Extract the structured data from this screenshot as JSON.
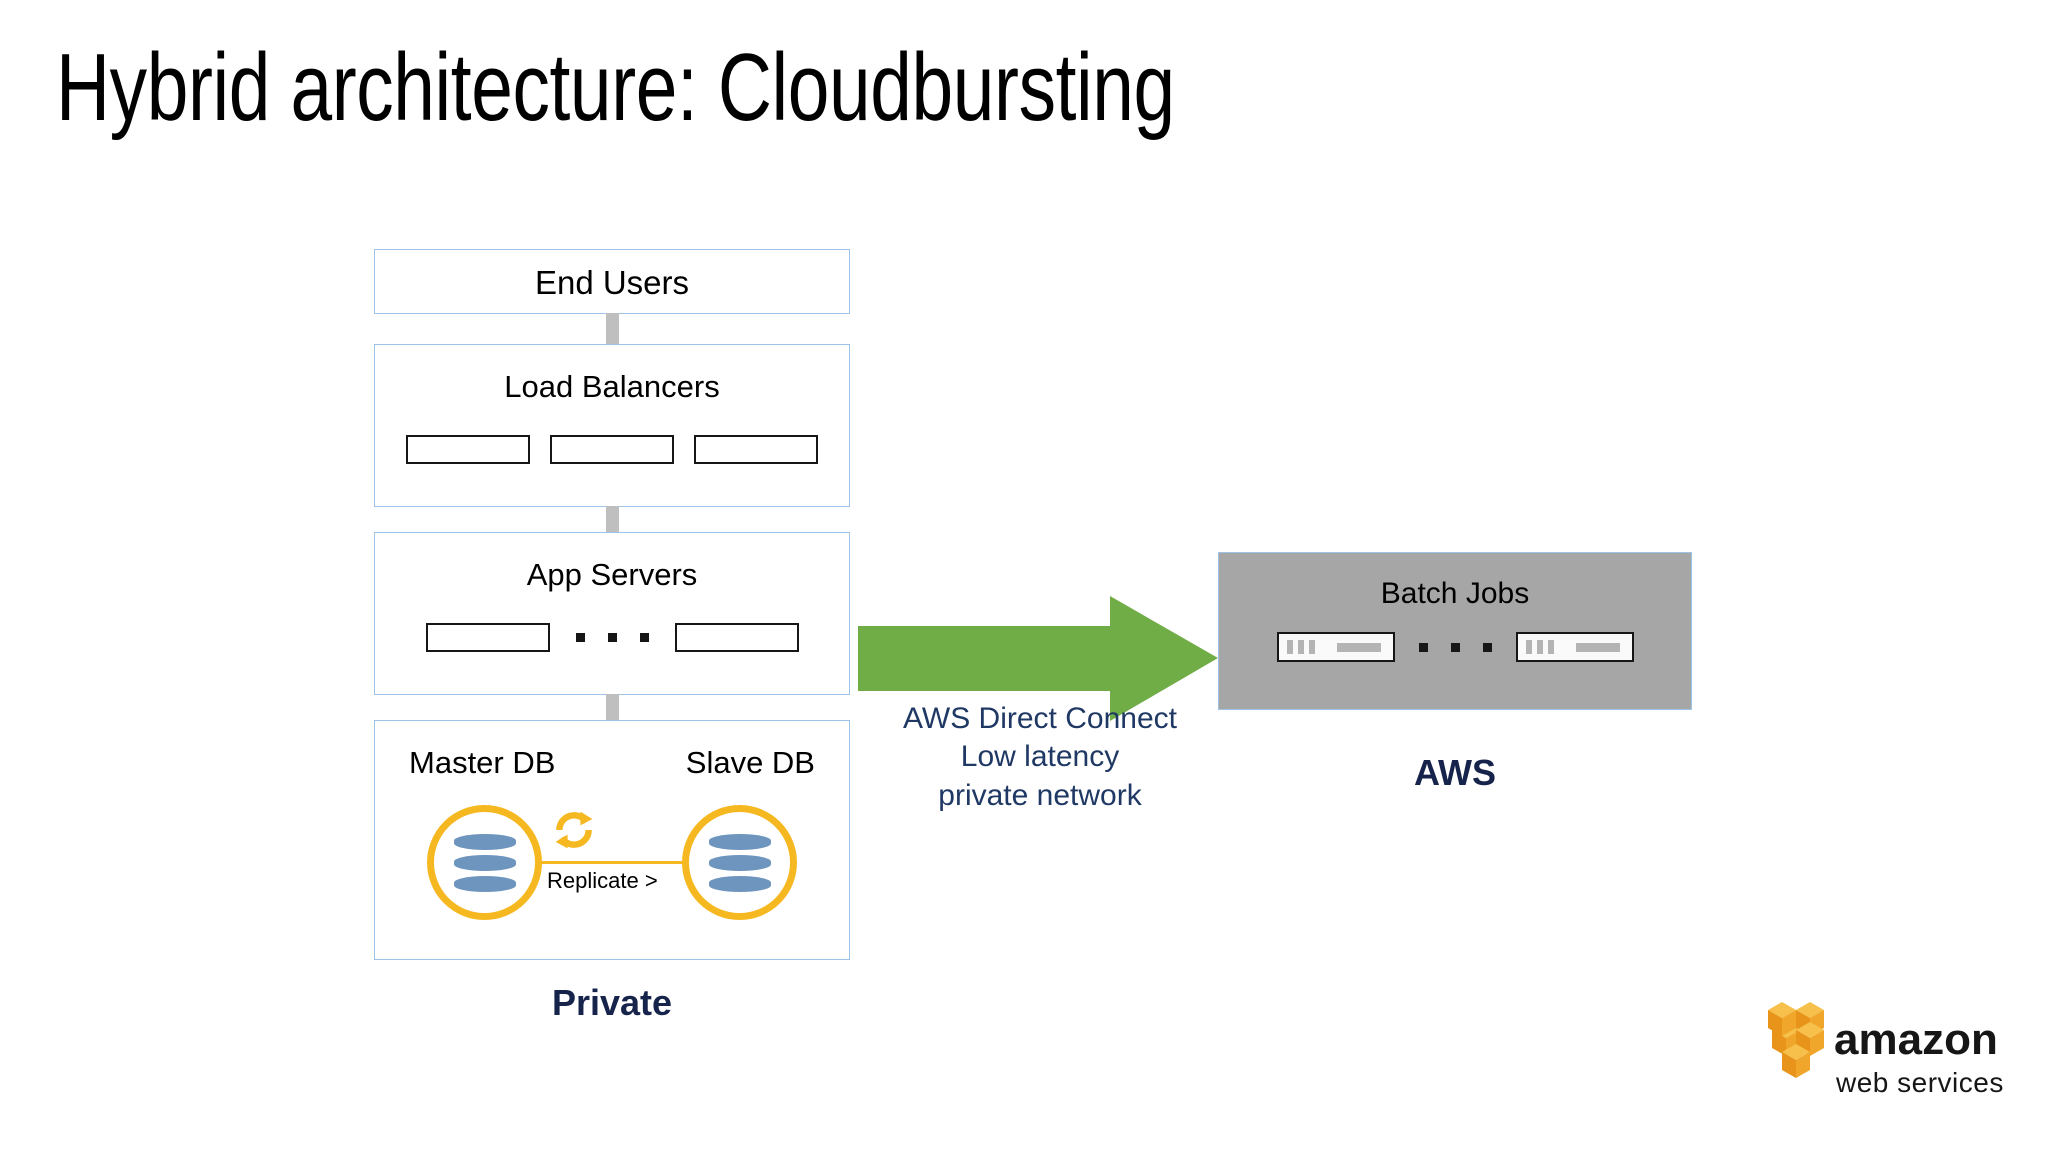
{
  "slide": {
    "title": "Hybrid architecture: Cloudbursting"
  },
  "private_stack": {
    "end_users": {
      "label": "End Users"
    },
    "load_balancers": {
      "label": "Load Balancers",
      "unit_count": 3
    },
    "app_servers": {
      "label": "App Servers",
      "unit_count": 2,
      "ellipsis": "..."
    },
    "database": {
      "master_label": "Master DB",
      "slave_label": "Slave DB",
      "replicate_label": "Replicate >",
      "sync_icon": "sync-arrows-icon"
    },
    "caption": "Private"
  },
  "link": {
    "arrow_icon": "right-arrow-icon",
    "line1": "AWS Direct Connect",
    "line2": "Low latency",
    "line3": "private network"
  },
  "aws_cloud": {
    "label": "Batch Jobs",
    "ellipsis": "...",
    "server_count": 2,
    "caption": "AWS"
  },
  "branding": {
    "logo_name": "amazon-web-services-logo",
    "wordmark_top": "amazon",
    "wordmark_bottom": "web services"
  },
  "colors": {
    "box_border": "#9DC3E6",
    "connector": "#BFBFBF",
    "arrow_green": "#70AD47",
    "navy_text": "#1F3864",
    "caption_navy": "#16244C",
    "cloud_gray": "#A6A6A6",
    "db_ring_orange": "#F6B820",
    "db_cylinder_blue": "#6E95BE",
    "logo_orange": "#F0A52B"
  }
}
